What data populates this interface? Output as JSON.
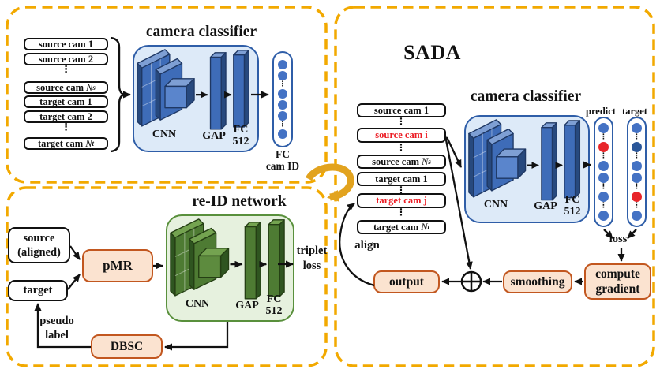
{
  "glyphs": {
    "vdots": "⋮"
  },
  "colors": {
    "panel_dash": "#F2A900",
    "cycle_arrow": "#E2A31F",
    "blue_container_fill": "#DDEAF8",
    "blue_container_border": "#2F5EA8",
    "green_container_fill": "#E6F1DE",
    "green_container_border": "#59903C",
    "orange_box_fill": "#FBE3D0",
    "orange_box_border": "#C2571F",
    "highlight_red": "#EC1C24",
    "neuron_blue": "#4472C4",
    "neuron_dark": "#2A5699",
    "neuron_red": "#E8252A"
  },
  "panel_top_left": {
    "title": "camera classifier",
    "cam_list": [
      {
        "label": "source cam 1"
      },
      {
        "label": "source cam 2"
      },
      {
        "label": "source cam",
        "nvar": "N",
        "sub": "s"
      },
      {
        "label": "target cam 1"
      },
      {
        "label": "target cam 2"
      },
      {
        "label": "target cam",
        "nvar": "N",
        "sub": "t"
      }
    ],
    "network": {
      "cnn": "CNN",
      "gap": "GAP",
      "fc": "FC\n512"
    },
    "output_circles": [
      "blue",
      "blue",
      "dots",
      "blue",
      "blue",
      "blue",
      "dots",
      "blue"
    ],
    "output_label": "FC\ncam ID"
  },
  "panel_bottom_left": {
    "title": "re-ID network",
    "source_box": "source\n(aligned)",
    "target_box": "target",
    "pmr": "pMR",
    "network": {
      "cnn": "CNN",
      "gap": "GAP",
      "fc": "FC\n512"
    },
    "triplet": "triplet\nloss",
    "dbsc": "DBSC",
    "pseudo": "pseudo\nlabel"
  },
  "panel_right": {
    "title": "SADA",
    "classifier_title": "camera classifier",
    "predict_label": "predict",
    "target_label": "target",
    "cam_list": [
      {
        "label": "source cam 1"
      },
      {
        "label": "source cam i",
        "red": true
      },
      {
        "label": "source cam",
        "nvar": "N",
        "sub": "s"
      },
      {
        "label": "target cam 1"
      },
      {
        "label": "target cam j",
        "red": true
      },
      {
        "label": "target cam",
        "nvar": "N",
        "sub": "t"
      }
    ],
    "network": {
      "cnn": "CNN",
      "gap": "GAP",
      "fc": "FC\n512"
    },
    "predict_circles": [
      "blue",
      "dots",
      "red",
      "dots",
      "blue",
      "blue",
      "dots",
      "blue",
      "dots",
      "blue"
    ],
    "target_circles": [
      "blue",
      "dots",
      "dark",
      "dots",
      "blue",
      "blue",
      "dots",
      "red",
      "dots",
      "blue"
    ],
    "loss": "loss",
    "compute_gradient": "compute\ngradient",
    "smoothing": "smoothing",
    "output": "output",
    "align": "align"
  }
}
